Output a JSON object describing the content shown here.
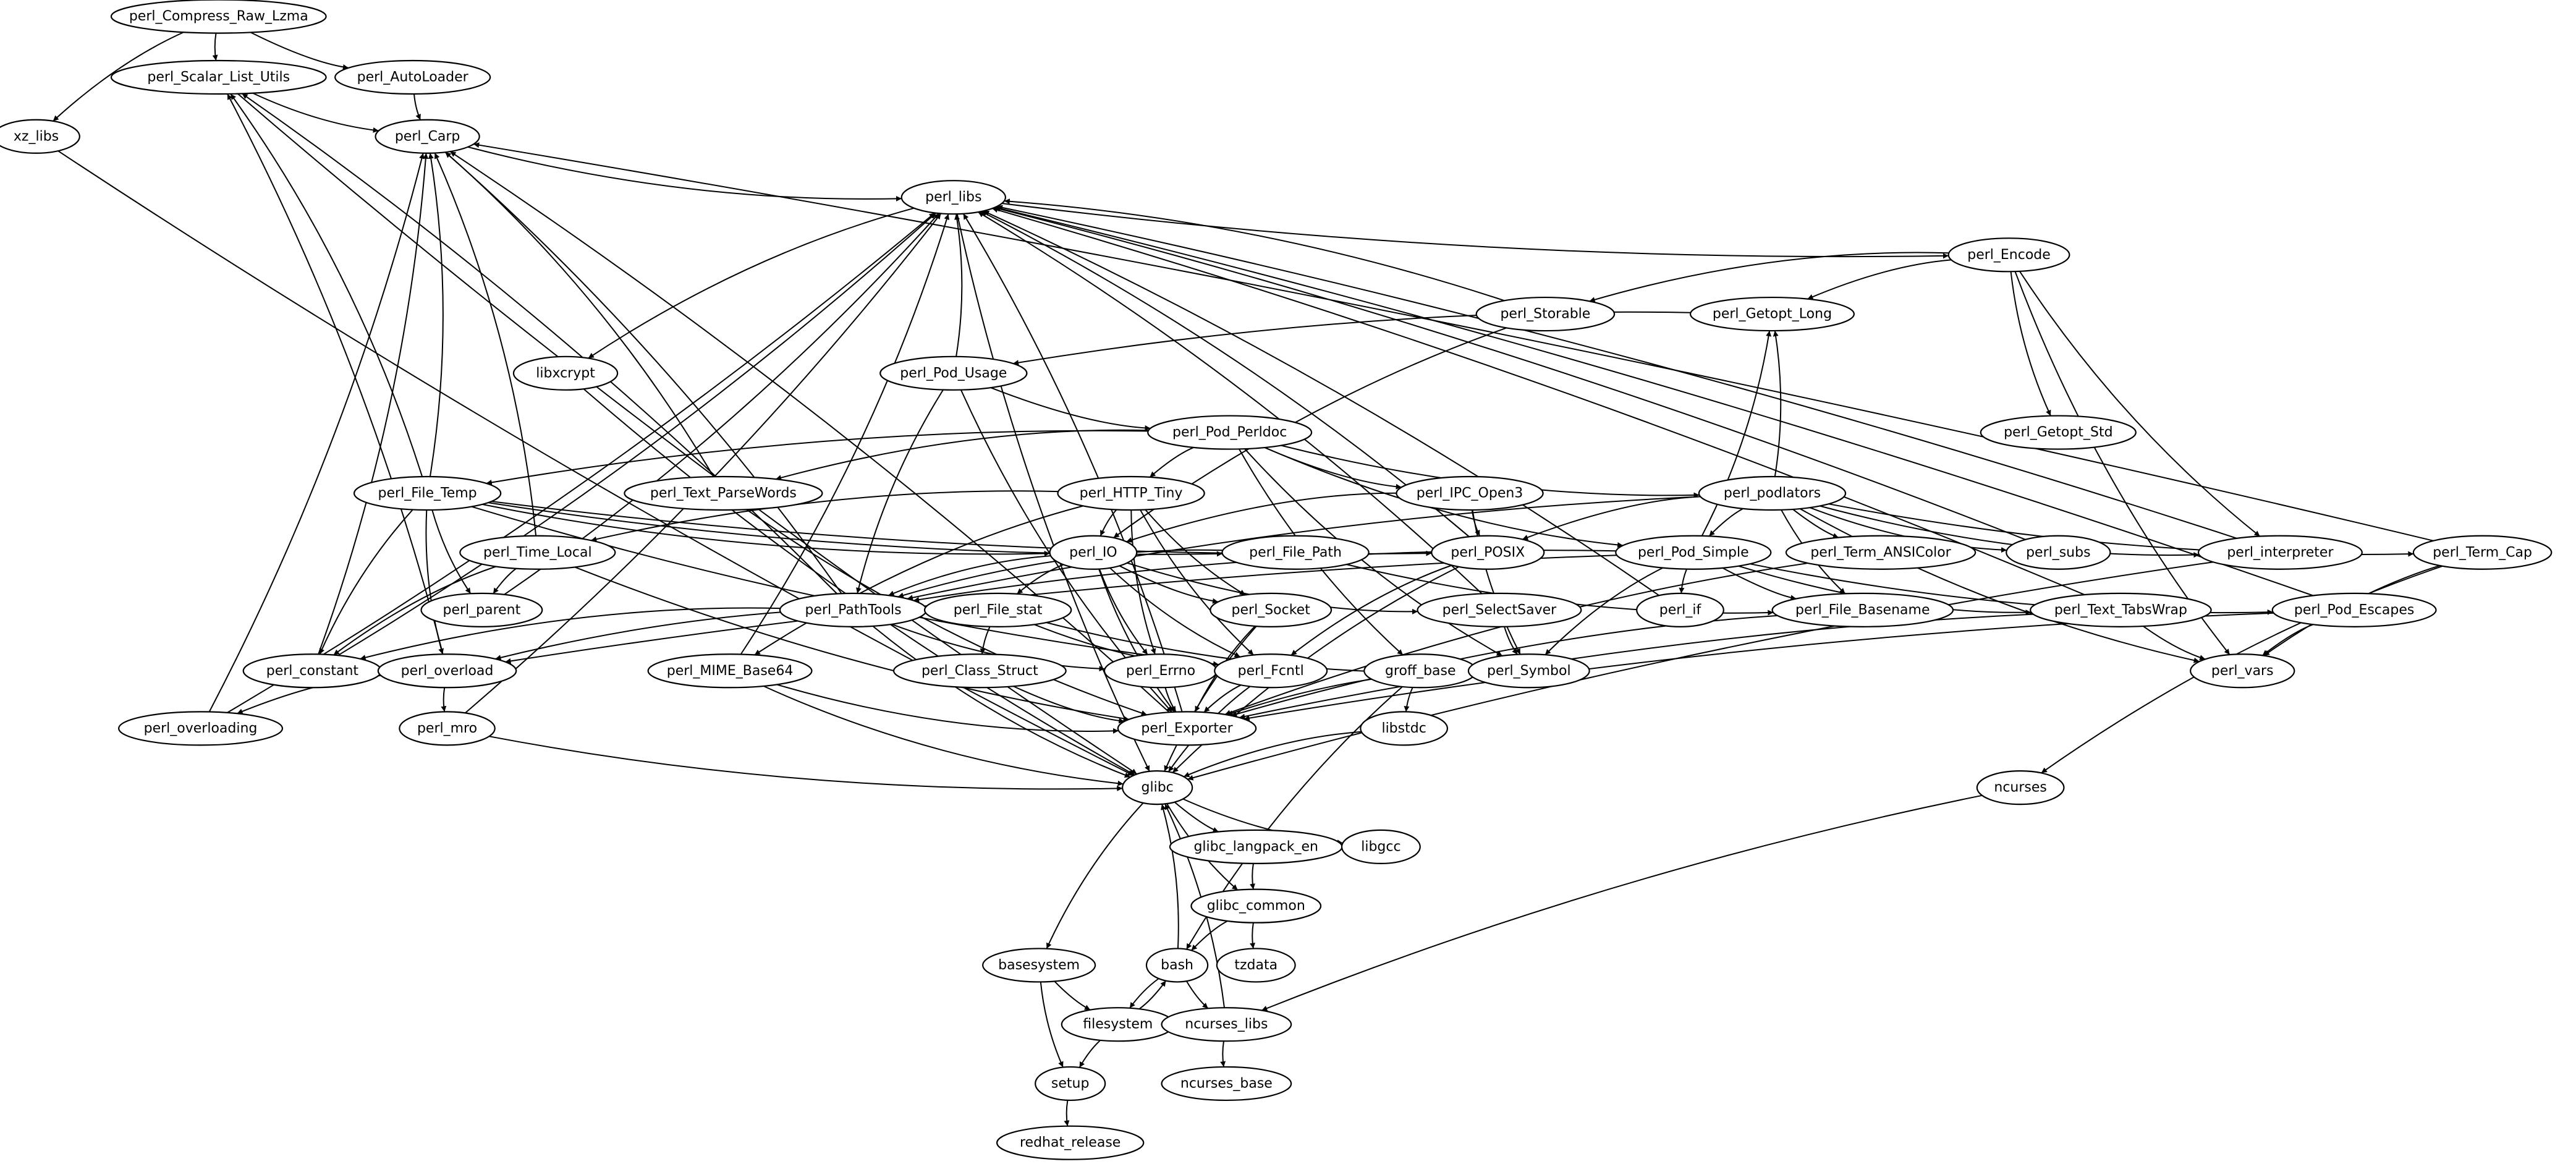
{
  "title": "Package dependency graph",
  "nodes": [
    {
      "id": "perl_Compress_Raw_Lzma",
      "label": "perl_Compress_Raw_Lzma"
    },
    {
      "id": "perl_Scalar_List_Utils",
      "label": "perl_Scalar_List_Utils"
    },
    {
      "id": "perl_AutoLoader",
      "label": "perl_AutoLoader"
    },
    {
      "id": "xz_libs",
      "label": "xz_libs"
    },
    {
      "id": "perl_Carp",
      "label": "perl_Carp"
    },
    {
      "id": "perl_libs",
      "label": "perl_libs"
    },
    {
      "id": "perl_Encode",
      "label": "perl_Encode"
    },
    {
      "id": "perl_Storable",
      "label": "perl_Storable"
    },
    {
      "id": "perl_Getopt_Long",
      "label": "perl_Getopt_Long"
    },
    {
      "id": "libxcrypt",
      "label": "libxcrypt"
    },
    {
      "id": "perl_Pod_Usage",
      "label": "perl_Pod_Usage"
    },
    {
      "id": "perl_Getopt_Std",
      "label": "perl_Getopt_Std"
    },
    {
      "id": "perl_Pod_Perldoc",
      "label": "perl_Pod_Perldoc"
    },
    {
      "id": "perl_File_Temp",
      "label": "perl_File_Temp"
    },
    {
      "id": "perl_Text_ParseWords",
      "label": "perl_Text_ParseWords"
    },
    {
      "id": "perl_HTTP_Tiny",
      "label": "perl_HTTP_Tiny"
    },
    {
      "id": "perl_IPC_Open3",
      "label": "perl_IPC_Open3"
    },
    {
      "id": "perl_podlators",
      "label": "perl_podlators"
    },
    {
      "id": "perl_Time_Local",
      "label": "perl_Time_Local"
    },
    {
      "id": "perl_IO",
      "label": "perl_IO"
    },
    {
      "id": "perl_File_Path",
      "label": "perl_File_Path"
    },
    {
      "id": "perl_POSIX",
      "label": "perl_POSIX"
    },
    {
      "id": "perl_Pod_Simple",
      "label": "perl_Pod_Simple"
    },
    {
      "id": "perl_Term_ANSIColor",
      "label": "perl_Term_ANSIColor"
    },
    {
      "id": "perl_subs",
      "label": "perl_subs"
    },
    {
      "id": "perl_interpreter",
      "label": "perl_interpreter"
    },
    {
      "id": "perl_Term_Cap",
      "label": "perl_Term_Cap"
    },
    {
      "id": "perl_parent",
      "label": "perl_parent"
    },
    {
      "id": "perl_PathTools",
      "label": "perl_PathTools"
    },
    {
      "id": "perl_File_stat",
      "label": "perl_File_stat"
    },
    {
      "id": "perl_Socket",
      "label": "perl_Socket"
    },
    {
      "id": "perl_SelectSaver",
      "label": "perl_SelectSaver"
    },
    {
      "id": "perl_if",
      "label": "perl_if"
    },
    {
      "id": "perl_File_Basename",
      "label": "perl_File_Basename"
    },
    {
      "id": "perl_Text_TabsWrap",
      "label": "perl_Text_TabsWrap"
    },
    {
      "id": "perl_Pod_Escapes",
      "label": "perl_Pod_Escapes"
    },
    {
      "id": "perl_constant",
      "label": "perl_constant"
    },
    {
      "id": "perl_overload",
      "label": "perl_overload"
    },
    {
      "id": "perl_MIME_Base64",
      "label": "perl_MIME_Base64"
    },
    {
      "id": "perl_Class_Struct",
      "label": "perl_Class_Struct"
    },
    {
      "id": "perl_Errno",
      "label": "perl_Errno"
    },
    {
      "id": "perl_Fcntl",
      "label": "perl_Fcntl"
    },
    {
      "id": "groff_base",
      "label": "groff_base"
    },
    {
      "id": "perl_Symbol",
      "label": "perl_Symbol"
    },
    {
      "id": "perl_vars",
      "label": "perl_vars"
    },
    {
      "id": "perl_overloading",
      "label": "perl_overloading"
    },
    {
      "id": "perl_mro",
      "label": "perl_mro"
    },
    {
      "id": "perl_Exporter",
      "label": "perl_Exporter"
    },
    {
      "id": "libstdc",
      "label": "libstdc"
    },
    {
      "id": "glibc",
      "label": "glibc"
    },
    {
      "id": "ncurses",
      "label": "ncurses"
    },
    {
      "id": "glibc_langpack_en",
      "label": "glibc_langpack_en"
    },
    {
      "id": "libgcc",
      "label": "libgcc"
    },
    {
      "id": "glibc_common",
      "label": "glibc_common"
    },
    {
      "id": "basesystem",
      "label": "basesystem"
    },
    {
      "id": "bash",
      "label": "bash"
    },
    {
      "id": "tzdata",
      "label": "tzdata"
    },
    {
      "id": "filesystem",
      "label": "filesystem"
    },
    {
      "id": "ncurses_libs",
      "label": "ncurses_libs"
    },
    {
      "id": "setup",
      "label": "setup"
    },
    {
      "id": "ncurses_base",
      "label": "ncurses_base"
    },
    {
      "id": "redhat_release",
      "label": "redhat_release"
    }
  ],
  "edges": [
    [
      "perl_Compress_Raw_Lzma",
      "perl_Scalar_List_Utils"
    ],
    [
      "perl_Compress_Raw_Lzma",
      "perl_AutoLoader"
    ],
    [
      "perl_Compress_Raw_Lzma",
      "xz_libs"
    ],
    [
      "perl_Scalar_List_Utils",
      "perl_Carp"
    ],
    [
      "perl_Scalar_List_Utils",
      "glibc"
    ],
    [
      "perl_AutoLoader",
      "perl_Carp"
    ],
    [
      "xz_libs",
      "glibc"
    ],
    [
      "perl_Carp",
      "perl_libs"
    ],
    [
      "perl_libs",
      "perl_Encode"
    ],
    [
      "perl_libs",
      "libxcrypt"
    ],
    [
      "perl_Encode",
      "perl_Storable"
    ],
    [
      "perl_Encode",
      "perl_Getopt_Long"
    ],
    [
      "perl_Encode",
      "perl_Getopt_Std"
    ],
    [
      "perl_Encode",
      "perl_interpreter"
    ],
    [
      "perl_Encode",
      "perl_vars"
    ],
    [
      "perl_Storable",
      "perl_libs"
    ],
    [
      "perl_Storable",
      "perl_IO"
    ],
    [
      "perl_Getopt_Long",
      "perl_Pod_Usage"
    ],
    [
      "perl_Pod_Usage",
      "perl_libs"
    ],
    [
      "perl_Pod_Usage",
      "perl_Pod_Perldoc"
    ],
    [
      "perl_Pod_Usage",
      "perl_PathTools"
    ],
    [
      "perl_Pod_Usage",
      "perl_Exporter"
    ],
    [
      "perl_Pod_Perldoc",
      "perl_File_Temp"
    ],
    [
      "perl_Pod_Perldoc",
      "perl_Text_ParseWords"
    ],
    [
      "perl_Pod_Perldoc",
      "perl_HTTP_Tiny"
    ],
    [
      "perl_Pod_Perldoc",
      "perl_IPC_Open3"
    ],
    [
      "perl_Pod_Perldoc",
      "perl_podlators"
    ],
    [
      "perl_Pod_Perldoc",
      "perl_Pod_Simple"
    ],
    [
      "perl_Pod_Perldoc",
      "perl_Symbol"
    ],
    [
      "perl_Pod_Perldoc",
      "groff_base"
    ],
    [
      "perl_File_Temp",
      "perl_Carp"
    ],
    [
      "perl_File_Temp",
      "perl_Scalar_List_Utils"
    ],
    [
      "perl_File_Temp",
      "perl_parent"
    ],
    [
      "perl_File_Temp",
      "perl_constant"
    ],
    [
      "perl_File_Temp",
      "perl_overload"
    ],
    [
      "perl_File_Temp",
      "perl_IO"
    ],
    [
      "perl_File_Temp",
      "perl_File_Path"
    ],
    [
      "perl_File_Temp",
      "perl_POSIX"
    ],
    [
      "perl_File_Temp",
      "perl_Fcntl"
    ],
    [
      "perl_Text_ParseWords",
      "perl_Carp"
    ],
    [
      "perl_Text_ParseWords",
      "perl_Exporter"
    ],
    [
      "perl_HTTP_Tiny",
      "perl_IO"
    ],
    [
      "perl_HTTP_Tiny",
      "perl_Time_Local"
    ],
    [
      "perl_HTTP_Tiny",
      "perl_Errno"
    ],
    [
      "perl_HTTP_Tiny",
      "perl_Fcntl"
    ],
    [
      "perl_HTTP_Tiny",
      "perl_Socket"
    ],
    [
      "perl_HTTP_Tiny",
      "perl_MIME_Base64"
    ],
    [
      "perl_IPC_Open3",
      "perl_IO"
    ],
    [
      "perl_IPC_Open3",
      "perl_POSIX"
    ],
    [
      "perl_IPC_Open3",
      "perl_Symbol"
    ],
    [
      "perl_podlators",
      "perl_Getopt_Long"
    ],
    [
      "perl_podlators",
      "perl_Pod_Simple"
    ],
    [
      "perl_podlators",
      "perl_Term_ANSIColor"
    ],
    [
      "perl_podlators",
      "perl_subs"
    ],
    [
      "perl_podlators",
      "perl_interpreter"
    ],
    [
      "perl_podlators",
      "perl_Term_Cap"
    ],
    [
      "perl_podlators",
      "perl_POSIX"
    ],
    [
      "perl_podlators",
      "perl_PathTools"
    ],
    [
      "perl_podlators",
      "perl_File_Basename"
    ],
    [
      "perl_podlators",
      "perl_vars"
    ],
    [
      "perl_Time_Local",
      "perl_Carp"
    ],
    [
      "perl_Time_Local",
      "perl_parent"
    ],
    [
      "perl_Time_Local",
      "perl_constant"
    ],
    [
      "perl_Time_Local",
      "perl_Exporter"
    ],
    [
      "perl_IO",
      "perl_PathTools"
    ],
    [
      "perl_IO",
      "perl_File_stat"
    ],
    [
      "perl_IO",
      "perl_Socket"
    ],
    [
      "perl_IO",
      "perl_SelectSaver"
    ],
    [
      "perl_IO",
      "perl_Errno"
    ],
    [
      "perl_IO",
      "perl_Fcntl"
    ],
    [
      "perl_IO",
      "perl_Exporter"
    ],
    [
      "perl_File_Path",
      "perl_PathTools"
    ],
    [
      "perl_File_Path",
      "perl_File_Basename"
    ],
    [
      "perl_POSIX",
      "perl_libs"
    ],
    [
      "perl_POSIX",
      "perl_Fcntl"
    ],
    [
      "perl_POSIX",
      "glibc"
    ],
    [
      "perl_Pod_Simple",
      "perl_Getopt_Long"
    ],
    [
      "perl_Pod_Simple",
      "perl_if"
    ],
    [
      "perl_Pod_Simple",
      "perl_File_Basename"
    ],
    [
      "perl_Pod_Simple",
      "perl_Text_TabsWrap"
    ],
    [
      "perl_Pod_Simple",
      "perl_Pod_Escapes"
    ],
    [
      "perl_Pod_Simple",
      "perl_Symbol"
    ],
    [
      "perl_Pod_Simple",
      "perl_PathTools"
    ],
    [
      "perl_Pod_Simple",
      "perl_overload"
    ],
    [
      "perl_Term_ANSIColor",
      "perl_Exporter"
    ],
    [
      "perl_subs",
      "perl_libs"
    ],
    [
      "perl_interpreter",
      "perl_libs"
    ],
    [
      "perl_interpreter",
      "glibc"
    ],
    [
      "perl_Term_Cap",
      "perl_Carp"
    ],
    [
      "perl_Term_Cap",
      "perl_vars"
    ],
    [
      "perl_Term_Cap",
      "ncurses"
    ],
    [
      "perl_parent",
      "perl_libs"
    ],
    [
      "perl_PathTools",
      "perl_Carp"
    ],
    [
      "perl_PathTools",
      "perl_Scalar_List_Utils"
    ],
    [
      "perl_PathTools",
      "perl_constant"
    ],
    [
      "perl_PathTools",
      "perl_Errno"
    ],
    [
      "perl_PathTools",
      "glibc"
    ],
    [
      "perl_File_stat",
      "perl_Class_Struct"
    ],
    [
      "perl_File_stat",
      "perl_Fcntl"
    ],
    [
      "perl_File_stat",
      "perl_Symbol"
    ],
    [
      "perl_File_stat",
      "perl_overload"
    ],
    [
      "perl_Socket",
      "perl_Exporter"
    ],
    [
      "perl_Socket",
      "glibc"
    ],
    [
      "perl_SelectSaver",
      "perl_libs"
    ],
    [
      "perl_SelectSaver",
      "perl_Symbol"
    ],
    [
      "perl_if",
      "perl_libs"
    ],
    [
      "perl_File_Basename",
      "perl_Exporter"
    ],
    [
      "perl_Text_TabsWrap",
      "perl_libs"
    ],
    [
      "perl_Text_TabsWrap",
      "perl_vars"
    ],
    [
      "perl_Text_TabsWrap",
      "perl_Exporter"
    ],
    [
      "perl_Pod_Escapes",
      "perl_libs"
    ],
    [
      "perl_Pod_Escapes",
      "perl_vars"
    ],
    [
      "perl_Pod_Escapes",
      "perl_Exporter"
    ],
    [
      "perl_constant",
      "perl_Carp"
    ],
    [
      "perl_constant",
      "perl_libs"
    ],
    [
      "perl_overload",
      "perl_Scalar_List_Utils"
    ],
    [
      "perl_overload",
      "perl_overloading"
    ],
    [
      "perl_overload",
      "perl_mro"
    ],
    [
      "perl_MIME_Base64",
      "perl_libs"
    ],
    [
      "perl_MIME_Base64",
      "perl_Exporter"
    ],
    [
      "perl_MIME_Base64",
      "glibc"
    ],
    [
      "perl_Class_Struct",
      "perl_Exporter"
    ],
    [
      "perl_Errno",
      "perl_Exporter"
    ],
    [
      "perl_Fcntl",
      "perl_Exporter"
    ],
    [
      "perl_Fcntl",
      "glibc"
    ],
    [
      "groff_base",
      "libstdc"
    ],
    [
      "groff_base",
      "bash"
    ],
    [
      "perl_Symbol",
      "perl_Exporter"
    ],
    [
      "perl_overloading",
      "perl_Carp"
    ],
    [
      "perl_overloading",
      "perl_libs"
    ],
    [
      "perl_mro",
      "perl_libs"
    ],
    [
      "perl_mro",
      "glibc"
    ],
    [
      "perl_Exporter",
      "perl_Carp"
    ],
    [
      "perl_Exporter",
      "perl_libs"
    ],
    [
      "libstdc",
      "glibc"
    ],
    [
      "libxcrypt",
      "glibc"
    ],
    [
      "perl_libs",
      "glibc"
    ],
    [
      "ncurses",
      "ncurses_libs"
    ],
    [
      "glibc",
      "glibc_langpack_en"
    ],
    [
      "glibc",
      "libgcc"
    ],
    [
      "glibc",
      "glibc_common"
    ],
    [
      "glibc",
      "basesystem"
    ],
    [
      "glibc_langpack_en",
      "glibc_common"
    ],
    [
      "glibc_common",
      "bash"
    ],
    [
      "glibc_common",
      "tzdata"
    ],
    [
      "bash",
      "glibc"
    ],
    [
      "bash",
      "filesystem"
    ],
    [
      "bash",
      "ncurses_libs"
    ],
    [
      "basesystem",
      "filesystem"
    ],
    [
      "basesystem",
      "setup"
    ],
    [
      "filesystem",
      "bash"
    ],
    [
      "filesystem",
      "setup"
    ],
    [
      "ncurses_libs",
      "glibc"
    ],
    [
      "ncurses_libs",
      "ncurses_base"
    ],
    [
      "setup",
      "redhat_release"
    ]
  ]
}
